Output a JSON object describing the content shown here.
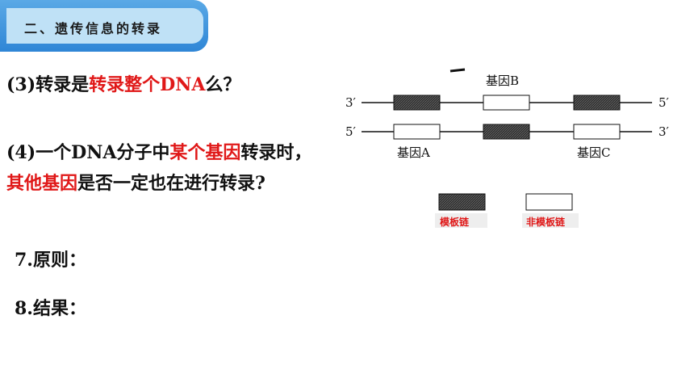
{
  "header": {
    "title": "二、遗传信息的转录"
  },
  "q3": {
    "prefix": "(3)转录是",
    "red": "转录整个DNA",
    "suffix": "么？"
  },
  "q4": {
    "p1": "(4)一个DNA分子中",
    "red1": "某个基因",
    "p2": "转录时，",
    "red2": "其他基因",
    "p3": "是否一定也在进行转录?"
  },
  "principle": "7.原则：",
  "result": "8.结果：",
  "diagram": {
    "top_left_end": "3′",
    "top_right_end": "5′",
    "bottom_left_end": "5′",
    "bottom_right_end": "3′",
    "gene_a": "基因A",
    "gene_b": "基因B",
    "gene_c": "基因C",
    "legend_template": "模板链",
    "legend_nontemplate": "非模板链",
    "template_color": "#3a3a3a",
    "nontemplate_color": "#ffffff"
  }
}
